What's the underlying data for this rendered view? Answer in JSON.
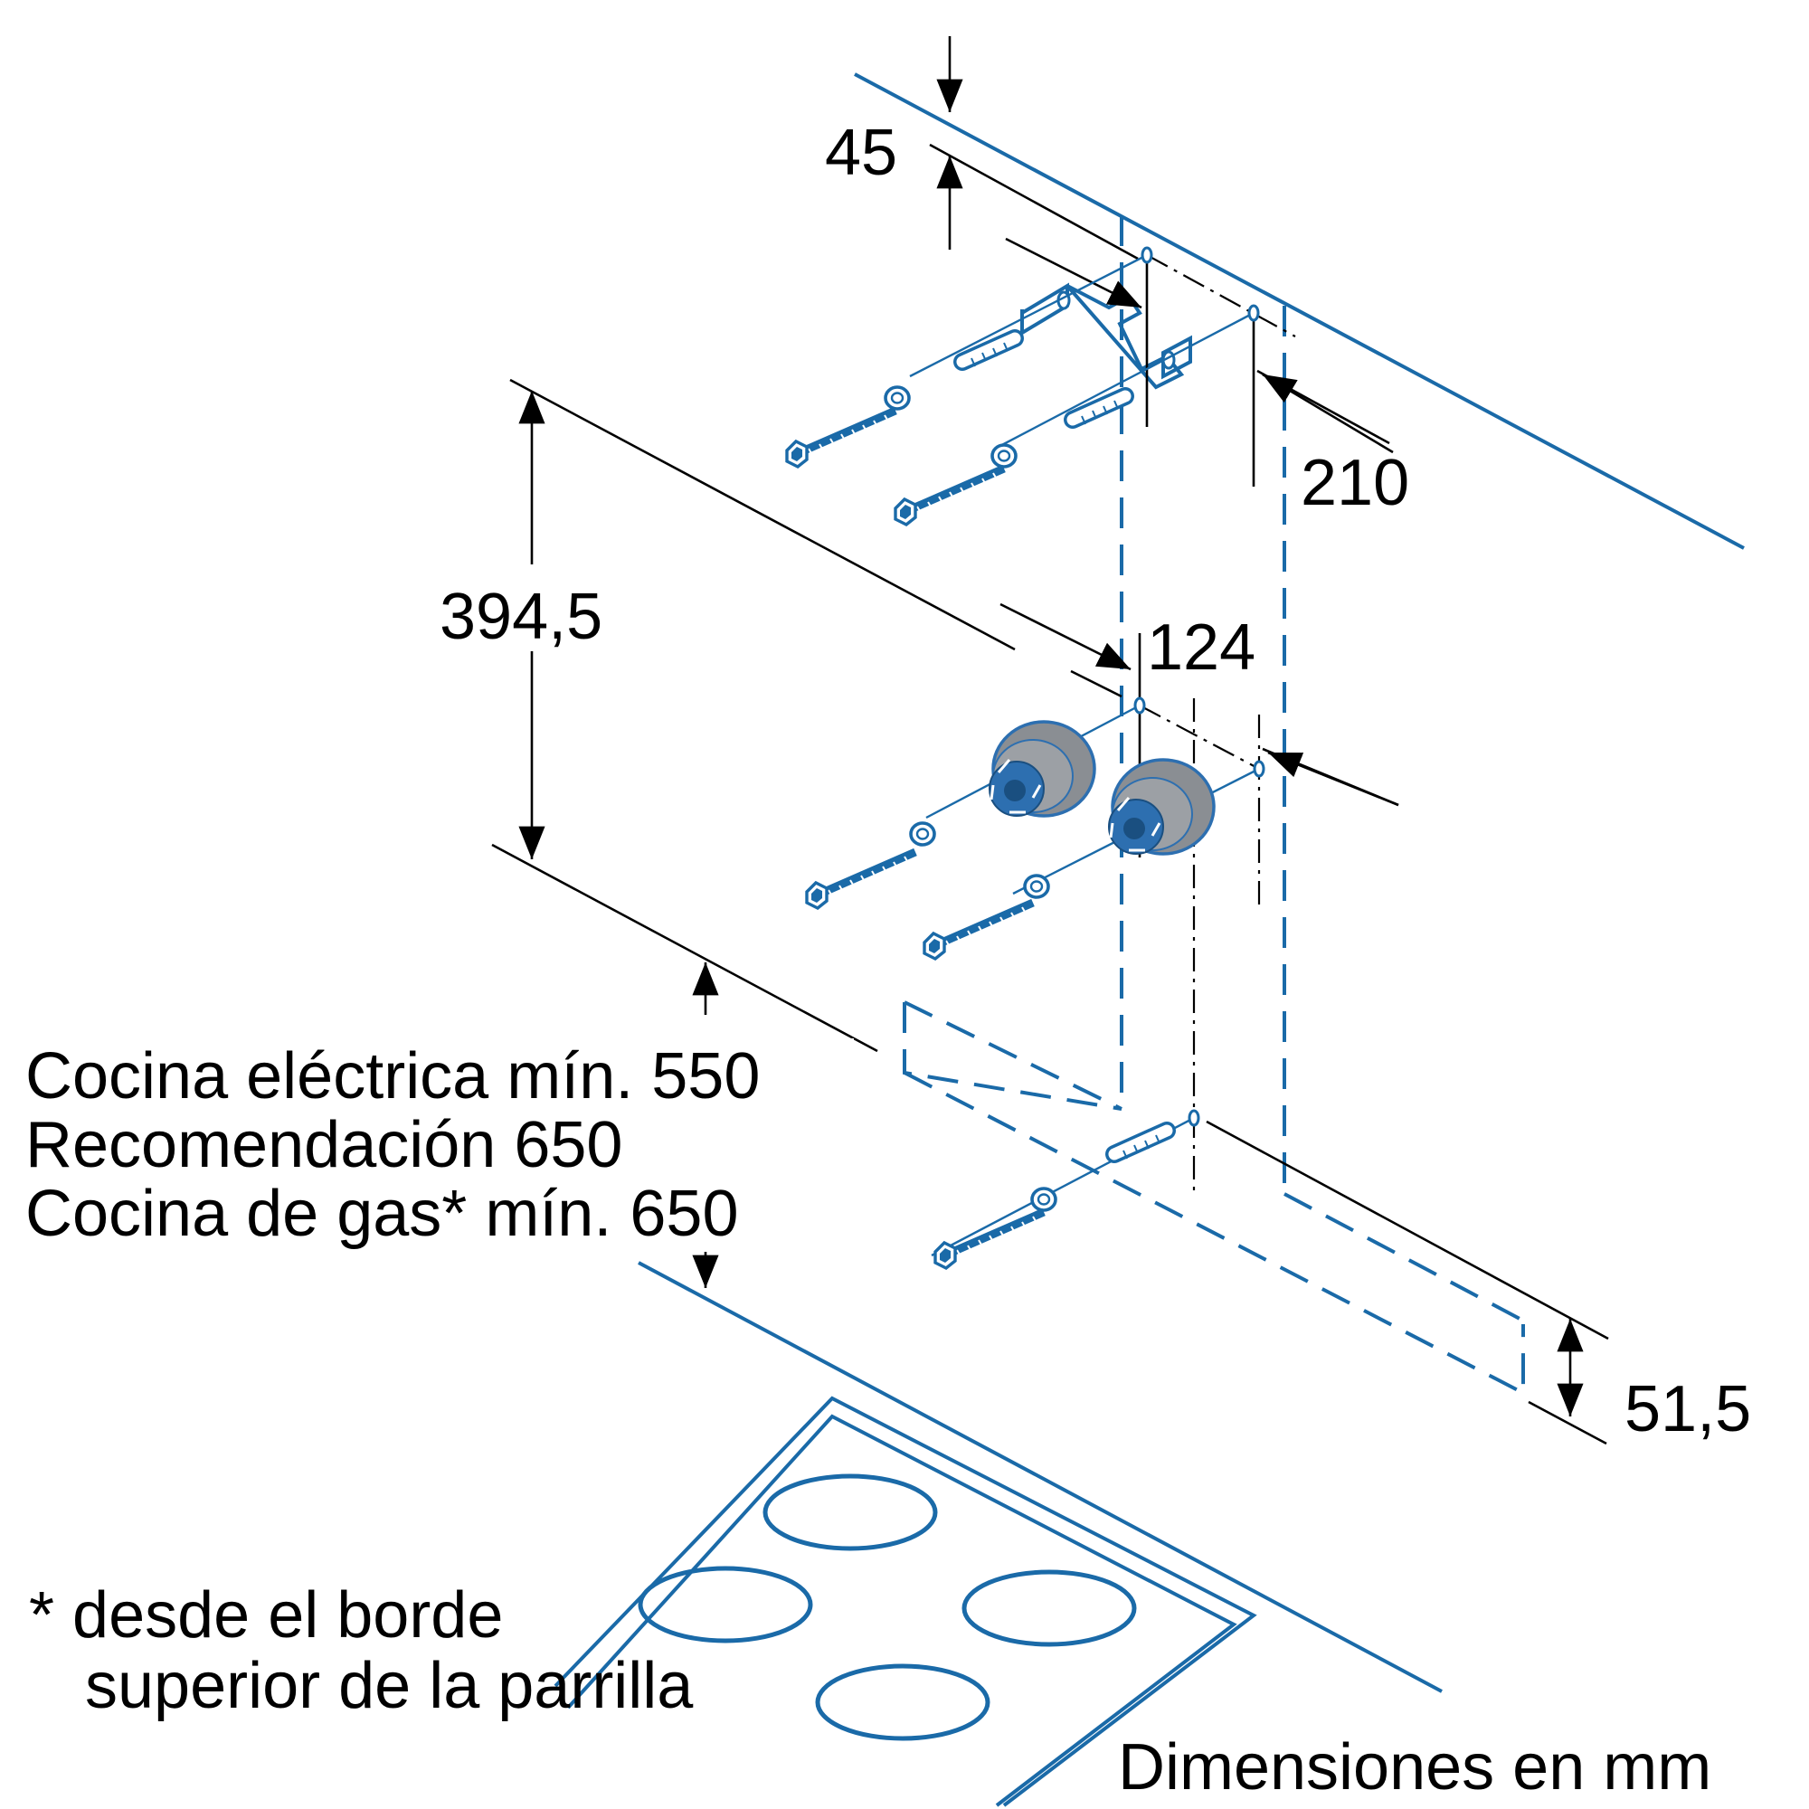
{
  "dimensions": {
    "d45": "45",
    "d210": "210",
    "d394": "394,5",
    "d124": "124",
    "d51": "51,5"
  },
  "notes": {
    "line1": "Cocina eléctrica mín. 550",
    "line2": "Recomendación 650",
    "line3": "Cocina de gas* mín. 650"
  },
  "footnote": {
    "line1": "* desde el borde",
    "line2": "superior de la parrilla"
  },
  "units": "Dimensiones en mm",
  "colors": {
    "line_blue": "#1a6aa8",
    "part_blue": "#2d6fb0",
    "gray_part": "#8a8e93",
    "ink": "#000000"
  },
  "icons": [
    "bracket-icon",
    "screw-icon",
    "wall-plug-icon",
    "washer-icon",
    "hob-icon",
    "spacer-knob-icon"
  ]
}
